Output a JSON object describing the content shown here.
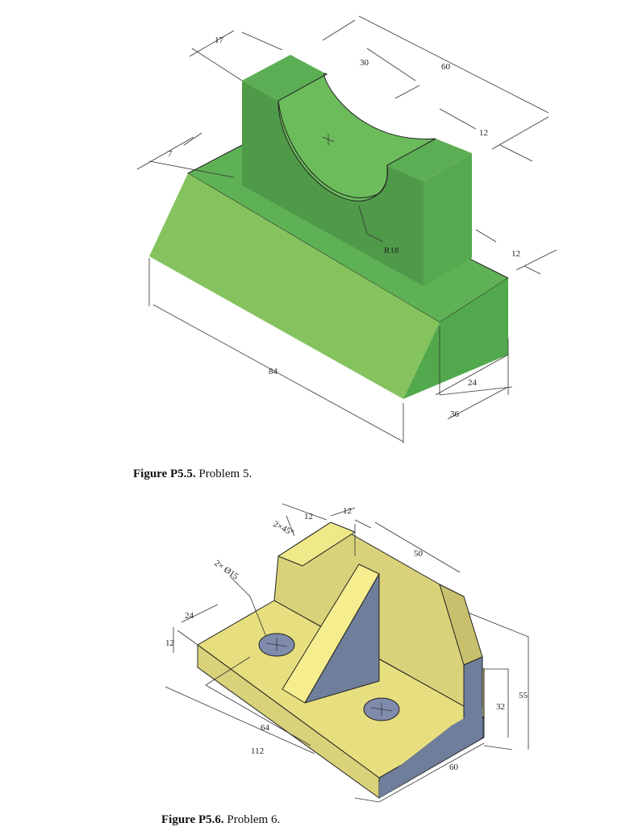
{
  "colors": {
    "green_top": "#5fb156",
    "green_front": "#85c35f",
    "green_side": "#52a84c",
    "green_dark": "#4d9347",
    "yellow_light": "#f4ec8c",
    "yellow": "#e7df7f",
    "yellow_mid": "#d9d27a",
    "yellow_dark": "#c8c06d",
    "blue_gray": "#6f7e9a"
  },
  "figure1": {
    "dimensions": {
      "d17": "17",
      "d30": "30",
      "d60": "60",
      "d12a": "12",
      "d7": "7",
      "r18": "R18",
      "d12b": "12",
      "d84": "84",
      "d24": "24",
      "d36": "36"
    },
    "caption": {
      "label": "Figure P5.5.",
      "text": "Problem 5."
    }
  },
  "figure2": {
    "dimensions": {
      "d12a": "12",
      "d12b": "12",
      "chamfer": "2×45°",
      "holes": "2× Ø15",
      "d50": "50",
      "d24": "24",
      "d12c": "12",
      "d64": "64",
      "d112": "112",
      "d60": "60",
      "d32": "32",
      "d55": "55"
    },
    "caption": {
      "label": "Figure P5.6.",
      "text": "Problem 6."
    }
  }
}
